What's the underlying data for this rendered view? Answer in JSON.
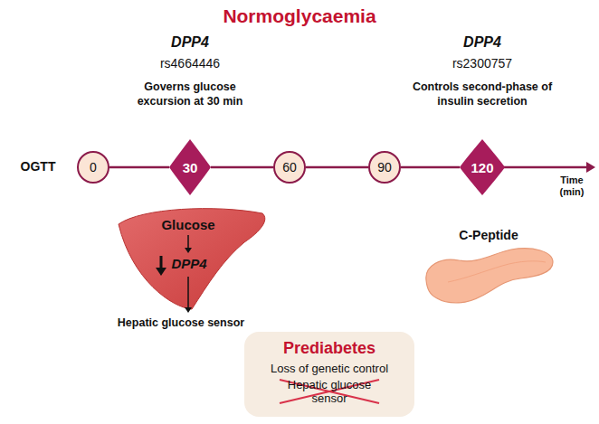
{
  "diagram": {
    "title": "Normoglycaemia",
    "nodes": [
      {
        "text": [
          "0"
        ]
      },
      {
        "text": [
          "30"
        ]
      },
      {
        "text": [
          "60"
        ]
      },
      {
        "text": [
          "90"
        ]
      },
      {
        "text": [
          "120"
        ]
      },
      {
        "text": [
          "Glucose",
          "DPP4"
        ]
      },
      {
        "text": [
          "C-Peptide"
        ]
      },
      {
        "text": [
          "Prediabetes",
          "Loss of genetic control",
          "Hepatic glucose sensor"
        ]
      }
    ],
    "edges": [
      {
        "from": 0,
        "to": 1,
        "arrow": "none"
      },
      {
        "from": 1,
        "to": 2,
        "arrow": "none"
      },
      {
        "from": 2,
        "to": 3,
        "arrow": "none"
      },
      {
        "from": 3,
        "to": 4,
        "arrow": "none"
      }
    ],
    "labels": [
      "DPP4",
      "rs4664446",
      "Governs glucose excursion at 30 min",
      "DPP4",
      "rs2300757",
      "Controls second-phase of insulin secretion",
      "OGTT",
      "Time",
      "(min)",
      "Hepatic glucose sensor"
    ]
  }
}
